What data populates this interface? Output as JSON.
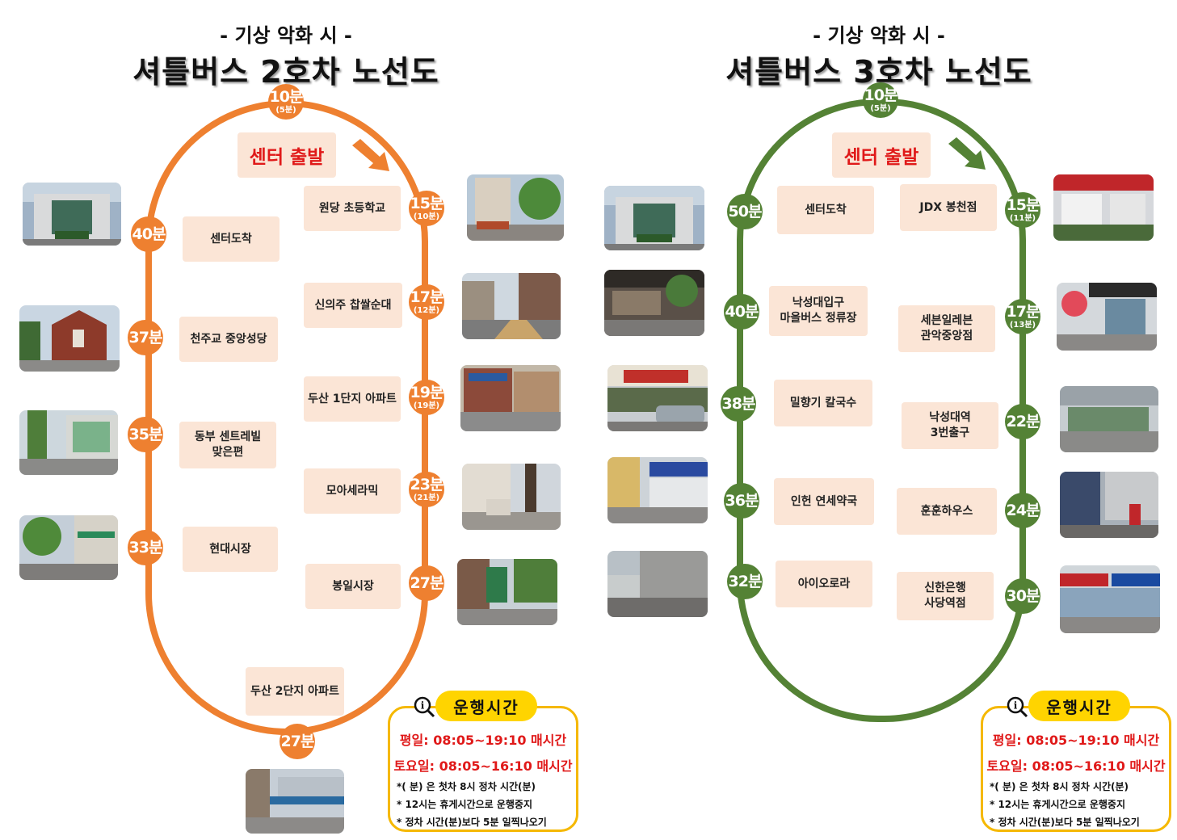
{
  "colors": {
    "route2": "#ee8030",
    "route3": "#548235",
    "stop_bg": "#fbe5d6",
    "depart_text": "#e01919",
    "info_border": "#f5b800",
    "info_header": "#ffd400"
  },
  "icons": {
    "magnifier": "magnifier-info-icon",
    "arrow": "down-right-arrow-icon"
  },
  "route2": {
    "subtitle": "- 기상 악화 시 -",
    "title": "셔틀버스 2호차   노선도",
    "depart": "센터 출발",
    "top_node": {
      "time": "10분",
      "sub": "(5분)"
    },
    "bottom_node": {
      "time": "27분"
    },
    "right_nodes": [
      {
        "time": "15분",
        "sub": "(10분)"
      },
      {
        "time": "17분",
        "sub": "(12분)"
      },
      {
        "time": "19분",
        "sub": "(19분)"
      },
      {
        "time": "23분",
        "sub": "(21분)"
      },
      {
        "time": "27분",
        "sub": ""
      }
    ],
    "left_nodes": [
      {
        "time": "40분"
      },
      {
        "time": "37분"
      },
      {
        "time": "35분"
      },
      {
        "time": "33분"
      }
    ],
    "right_stops": [
      "원당 초등학교",
      "신의주 찹쌀순대",
      "두산 1단지 아파트",
      "모아세라믹",
      "봉일시장"
    ],
    "left_stops": [
      "센터도착",
      "천주교 중앙성당",
      "동부 센트레빌\n맞은편",
      "현대시장"
    ],
    "bottom_stop": "두산 2단지 아파트",
    "info": {
      "header": "운행시간",
      "weekday": "평일: 08:05~19:10 매시간",
      "saturday": "토요일: 08:05~16:10 매시간",
      "notes": [
        "*( 분) 은 첫차 8시 정차 시간(분)",
        "* 12시는 휴게시간으로 운행중지",
        "* 정차 시간(분)보다 5분 일찍나오기"
      ]
    }
  },
  "route3": {
    "subtitle": "- 기상 악화 시 -",
    "title": "셔틀버스 3호차   노선도",
    "depart": "센터 출발",
    "top_node": {
      "time": "10분",
      "sub": "(5분)"
    },
    "right_nodes": [
      {
        "time": "15분",
        "sub": "(11분)"
      },
      {
        "time": "17분",
        "sub": "(13분)"
      },
      {
        "time": "22분",
        "sub": ""
      },
      {
        "time": "24분",
        "sub": ""
      },
      {
        "time": "30분",
        "sub": ""
      }
    ],
    "left_nodes": [
      {
        "time": "50분"
      },
      {
        "time": "40분"
      },
      {
        "time": "38분"
      },
      {
        "time": "36분"
      },
      {
        "time": "32분"
      }
    ],
    "right_stops": [
      "JDX 봉천점",
      "세븐일레븐\n관악중앙점",
      "낙성대역\n3번출구",
      "훈훈하우스",
      "신한은행\n사당역점"
    ],
    "left_stops": [
      "센터도착",
      "낙성대입구\n마을버스 정류장",
      "밀향기 칼국수",
      "인헌 연세약국",
      "아이오로라"
    ],
    "info": {
      "header": "운행시간",
      "weekday": "평일: 08:05~19:10 매시간",
      "saturday": "토요일: 08:05~16:10 매시간",
      "notes": [
        "*( 분) 은 첫차 8시 정차 시간(분)",
        "* 12시는 휴게시간으로 운행중지",
        "* 정차 시간(분)보다 5분 일찍나오기"
      ]
    }
  }
}
